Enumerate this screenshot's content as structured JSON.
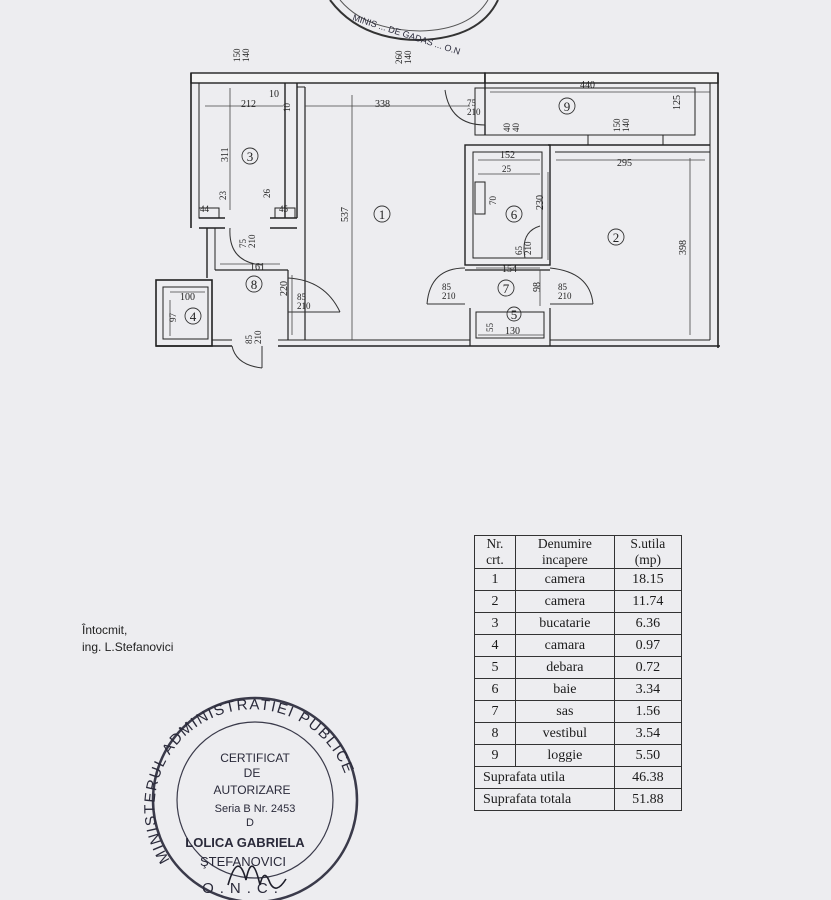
{
  "plan": {
    "dimensions": {
      "d_150_140_top": "150\n140",
      "d_260_140_top": "260\n140",
      "d_440": "440",
      "d_10": "10",
      "d_10v": "10",
      "d_212": "212",
      "d_338": "338",
      "d_75_210_top": "75\n210",
      "d_125": "125",
      "d_40_40": "40\n40",
      "d_150_140_loggia": "150\n140",
      "d_311": "311",
      "d_537": "537",
      "d_152": "152",
      "d_25": "25",
      "d_295": "295",
      "d_23": "23",
      "d_26": "26",
      "d_70": "70",
      "d_230": "230",
      "d_398": "398",
      "d_44": "44",
      "d_45": "45",
      "d_75_210_kitchen": "75\n210",
      "d_65_210": "65\n210",
      "d_161": "161",
      "d_154": "154",
      "d_85_210_left": "85\n210",
      "d_85_210_sas_l": "85\n210",
      "d_85_210_sas_r": "85\n210",
      "d_220": "220",
      "d_98": "98",
      "d_100": "100",
      "d_97": "97",
      "d_55": "55",
      "d_130": "130",
      "d_85_210_entry": "85\n210"
    },
    "room_numbers": [
      "1",
      "2",
      "3",
      "4",
      "5",
      "6",
      "7",
      "8",
      "9"
    ]
  },
  "author": {
    "line1": "Întocmit,",
    "line2": "ing. L.Stefanovici"
  },
  "stamp_top": {
    "text": "MINIS ... DE GADAS ... O.N"
  },
  "stamp": {
    "ring_text": "MINISTERUL ADMINISTRATIEI PUBLICE",
    "line1": "CERTIFICAT",
    "line2": "DE",
    "line3": "AUTORIZARE",
    "line4": "Seria B  Nr. 2453",
    "line5": "D",
    "line6": "LOLICA GABRIELA",
    "line7": "ŞTEFANOVICI",
    "bottom": "O.N.C.",
    "signature": "signature"
  },
  "table": {
    "headers": [
      [
        "Nr.",
        "crt."
      ],
      [
        "Denumire",
        "incapere"
      ],
      [
        "S.utila",
        "(mp)"
      ]
    ],
    "rows": [
      {
        "nr": "1",
        "name": "camera",
        "area": "18.15"
      },
      {
        "nr": "2",
        "name": "camera",
        "area": "11.74"
      },
      {
        "nr": "3",
        "name": "bucatarie",
        "area": "6.36"
      },
      {
        "nr": "4",
        "name": "camara",
        "area": "0.97"
      },
      {
        "nr": "5",
        "name": "debara",
        "area": "0.72"
      },
      {
        "nr": "6",
        "name": "baie",
        "area": "3.34"
      },
      {
        "nr": "7",
        "name": "sas",
        "area": "1.56"
      },
      {
        "nr": "8",
        "name": "vestibul",
        "area": "3.54"
      },
      {
        "nr": "9",
        "name": "loggie",
        "area": "5.50"
      }
    ],
    "useful_label": "Suprafata utila",
    "useful_value": "46.38",
    "total_label": "Suprafata totala",
    "total_value": "51.88"
  }
}
